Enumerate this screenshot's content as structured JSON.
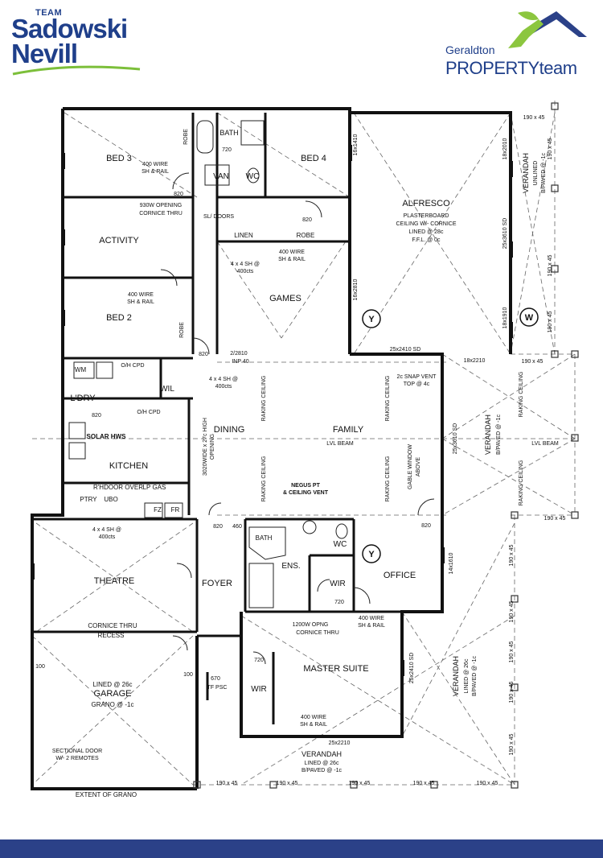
{
  "header": {
    "left_logo": {
      "team": "TEAM",
      "line1": "Sadowski",
      "line2": "Nevill"
    },
    "right_logo": {
      "line1": "Geraldton",
      "line2": "PROPERTYteam"
    }
  },
  "rooms": {
    "bed3": "BED 3",
    "bed4": "BED 4",
    "bath": "BATH",
    "van": "VAN",
    "wc": "WC",
    "robe": "ROBE",
    "alfresco": "ALFRESCO",
    "alfresco_note1": "PLASTERBOARD",
    "alfresco_note2": "CEILING W/- CORNICE",
    "alfresco_note3": "LINED @ 28c",
    "alfresco_note4": "F.F.L. @ 0c",
    "activity": "ACTIVITY",
    "linen": "LINEN",
    "games": "GAMES",
    "bed2": "BED 2",
    "wm": "WM",
    "oh_cpd": "O/H CPD",
    "ldry": "L'DRY",
    "wil": "WIL",
    "dining": "DINING",
    "family": "FAMILY",
    "kitchen": "KITCHEN",
    "solar_hws": "SOLAR HWS",
    "rhdoor_over": "R'HDOOR OVER",
    "lp_gas": "LP GAS",
    "ptry": "PTRY",
    "ubo": "UBO",
    "fz": "FZ",
    "fr": "FR",
    "theatre": "THEATRE",
    "foyer": "FOYER",
    "ens": "ENS.",
    "wir": "WIR",
    "office": "OFFICE",
    "master_suite": "MASTER SUITE",
    "garage": "GARAGE",
    "garage_note1": "LINED @ 26c",
    "garage_note2": "GRANO @ -1c",
    "sectional_door1": "SECTIONAL DOOR",
    "sectional_door2": "W/- 2 REMOTES",
    "extent_of_grano": "EXTENT OF GRANO",
    "verandah": "VERANDAH",
    "verandah_unlined": "UNLINED",
    "verandah_paved": "B/PAVED @ -1c",
    "verandah_lined": "LINED @ 26c",
    "recess": "RECESS",
    "cornice_thru": "CORNICE THRU"
  },
  "annotations": {
    "wire_400": "400 WIRE",
    "sh_rail": "SH & RAIL",
    "sh_4x4": "4 x 4 SH @",
    "cts_400": "400cts",
    "opening_930": "930W OPENING",
    "cornice_thru": "CORNICE THRU",
    "sl_doors": "SL/ DOORS",
    "raking_ceiling": "RAKING CEILING",
    "lvl_beam": "LVL BEAM",
    "negus_pt": "NEGUS PT",
    "ceiling_vent": "& CEILING VENT",
    "snap_vent": "2c SNAP VENT",
    "top_4c": "TOP @ 4c",
    "gable_window": "GABLE WINDOW",
    "above": "ABOVE",
    "opening_1200": "1200W OPNG",
    "high_opening": "3020WIDE x 27c HIGH",
    "opening": "OPENING",
    "d820": "820",
    "d720": "720",
    "d670": "670",
    "d460": "460",
    "d100": "100",
    "post_190": "190 x 45",
    "win_16x1410": "16x1410",
    "win_18x2010": "18x2010",
    "win_25x3610_sd": "25x3610 SD",
    "win_16x2810": "16x2810",
    "win_18x1910": "18x1910",
    "win_25x2410_sd": "25x2410 SD",
    "win_18x2210": "18x2210",
    "win_14x1610": "14x1610",
    "win_25x2210": "25x2210",
    "win_2_2810": "2/2810",
    "inp_40": "INP 40",
    "tf_psc": "TF PSC",
    "label_y": "Y",
    "label_w": "W"
  }
}
